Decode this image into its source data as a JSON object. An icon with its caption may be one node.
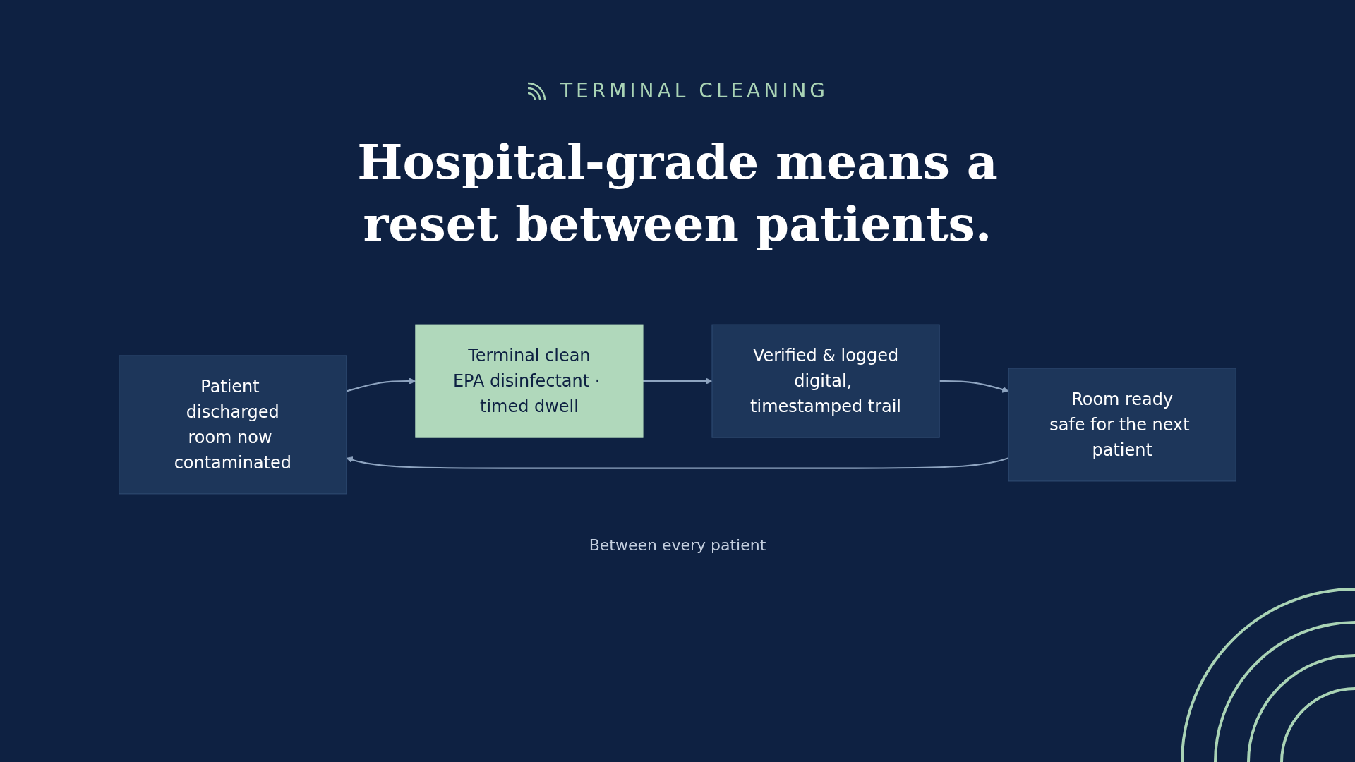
{
  "diagram": {
    "title": "Hospital-grade means a reset between patients.",
    "nodes": [
      {
        "text": [
          "Patient discharged",
          "room now contaminated"
        ]
      },
      {
        "text": [
          "Terminal clean",
          "EPA disinfectant · timed dwell"
        ]
      },
      {
        "text": [
          "Verified & logged",
          "digital, timestamped trail"
        ]
      },
      {
        "text": [
          "Room ready",
          "safe for the next patient"
        ]
      }
    ],
    "edges": [
      {
        "from": 0,
        "to": 1,
        "arrow": "to"
      },
      {
        "from": 1,
        "to": 2,
        "arrow": "to"
      },
      {
        "from": 2,
        "to": 3,
        "arrow": "to"
      },
      {
        "from": 3,
        "to": 0,
        "arrow": "to"
      }
    ],
    "labels": [
      "TERMINAL CLEANING",
      "Between every patient"
    ]
  }
}
